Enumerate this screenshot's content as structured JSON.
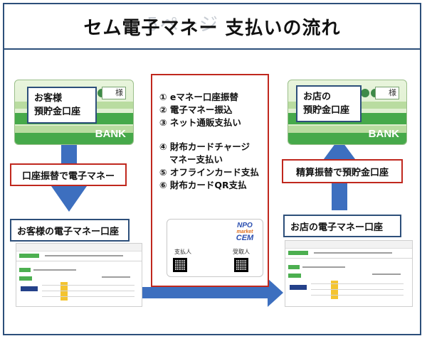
{
  "title": "セム電子マネー 支払いの流れ",
  "title_ghost": "5ページ",
  "colors": {
    "frame": "#2d4f7a",
    "red_box": "#c0281e",
    "arrow": "#3d6fbf",
    "card_green": "#46a94a"
  },
  "customer_bank": {
    "label_line1": "お客様",
    "label_line2": "預貯金口座",
    "bank": "BANK",
    "sama": "様"
  },
  "shop_bank": {
    "label_line1": "お店の",
    "label_line2": "預貯金口座",
    "bank": "BANK",
    "sama": "様"
  },
  "flow_left": "口座振替で電子マネー",
  "flow_right": "精算振替で預貯金口座",
  "customer_emoney": "お客様の電子マネー口座",
  "shop_emoney": "お店の電子マネー口座",
  "payment_methods": [
    "① eマネー口座振替",
    "② 電子マネー振込",
    "③ ネット通販支払い",
    "④ 財布カードチャージ",
    "マネー支払い",
    "⑤ オフラインカード支払",
    "⑥ 財布カードQR支払"
  ],
  "wallet_card": {
    "logo_top": "NPO",
    "logo_mid": "market",
    "logo_bottom": "CEM",
    "payer": "支払人",
    "payee": "受取人"
  },
  "icons": [
    "right-arrow-icon",
    "down-arrow-icon",
    "up-arrow-icon",
    "qr-code-icon",
    "bank-card-icon"
  ]
}
